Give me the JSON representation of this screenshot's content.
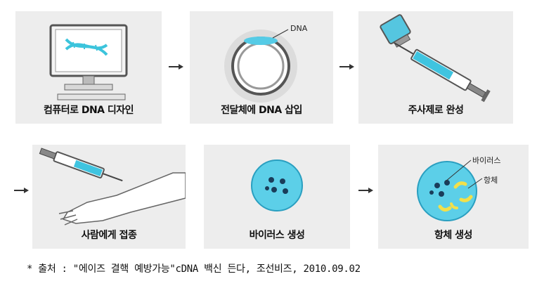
{
  "steps": [
    {
      "label": "컴퓨터로 DNA 디자인"
    },
    {
      "label": "전달체에 DNA 삽입"
    },
    {
      "label": "주사제로 완성"
    },
    {
      "label": "사람에게 접종"
    },
    {
      "label": "바이러스 생성"
    },
    {
      "label": "항체 생성"
    }
  ],
  "callouts": {
    "dna": "DNA",
    "virus": "바이러스",
    "antibody": "항체"
  },
  "caption": "* 출처 : \"에이즈 결핵 예방가능\"cDNA 백신 든다, 조선비즈, 2010.09.02"
}
